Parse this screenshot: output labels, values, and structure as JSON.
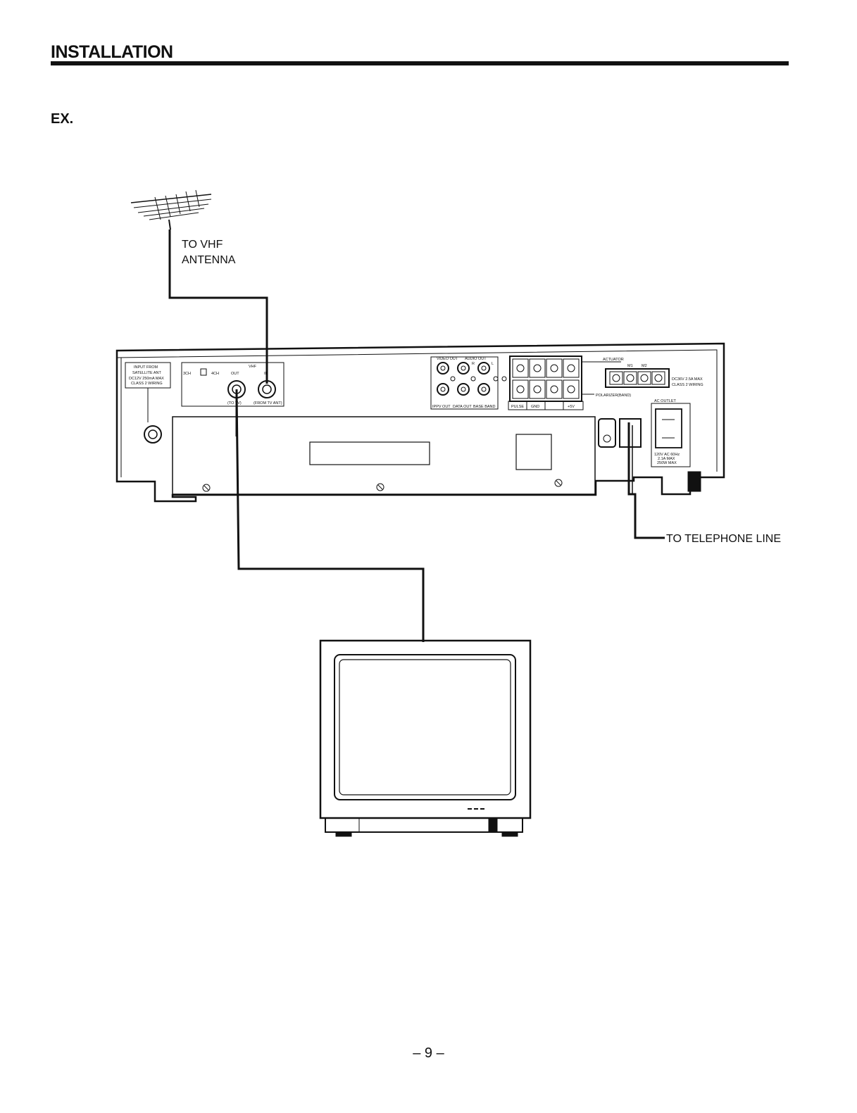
{
  "header": {
    "title": "INSTALLATION"
  },
  "example_label": "EX.",
  "labels": {
    "vhf_antenna_line1": "TO VHF",
    "vhf_antenna_line2": "ANTENNA",
    "telephone_line": "TO TELEPHONE LINE"
  },
  "receiver_panel": {
    "input_from_line1": "INPUT FROM",
    "input_from_line2": "SATELLITE ANT",
    "input_power": "DC12V 250mA MAX",
    "input_wiring": "CLASS 2 WIRING",
    "channel_3": "3CH",
    "channel_4": "4CH",
    "vhf": "VHF",
    "out": "OUT",
    "in": "IN",
    "to_tv": "(TO TV)",
    "from_tv_ant": "(FROM TV ANT)",
    "video_out": "VIDEO OUT",
    "audio_out": "AUDIO OUT",
    "audio_r": "R",
    "audio_l": "L",
    "ippv_out": "IPPV OUT",
    "data_out": "DATA OUT",
    "base_band": "BASE BAND",
    "actuator": "ACTUATOR",
    "m1": "M1",
    "m2": "M2",
    "actuator_power": "DC36V 2.5A MAX",
    "actuator_wiring": "CLASS 2 WIRING",
    "polarizer_band": "POLARIZER(BAND)",
    "ac_outlet": "AC OUTLET",
    "ac_spec_1": "120V AC 60Hz",
    "ac_spec_2": "2.1A MAX",
    "ac_spec_3": "250W MAX",
    "terminal_labels": [
      "PULSE",
      "GND",
      "+5V"
    ]
  },
  "footer": {
    "page_number": "– 9 –"
  }
}
